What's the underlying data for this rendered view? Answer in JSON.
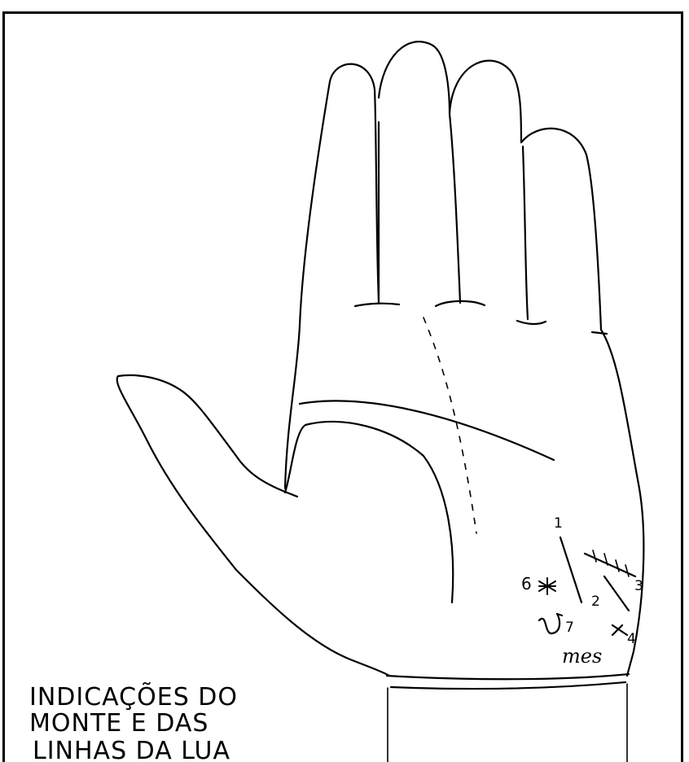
{
  "caption": {
    "line1": "INDICAÇÕES DO",
    "line2": "MONTE E DAS",
    "line3": "LINHAS DA LUA"
  },
  "marks": {
    "m1": "1",
    "m2": "2",
    "m3": "3",
    "m4": "4",
    "m6": "6",
    "m7": "7",
    "star": "*",
    "cross": "x",
    "u_sign": "U",
    "script": "mes"
  },
  "colors": {
    "ink": "#000000",
    "paper": "#ffffff"
  }
}
